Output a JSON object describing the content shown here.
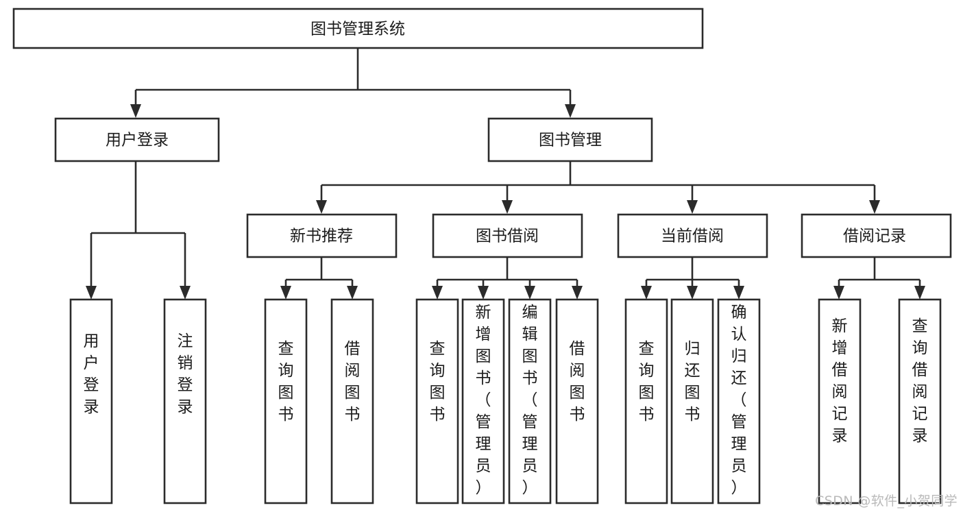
{
  "diagram": {
    "type": "tree-hierarchy",
    "title": "图书管理系统",
    "watermark": "CSDN @软件_小贺同学",
    "colors": {
      "stroke": "#2b2b2b",
      "fill": "#ffffff",
      "text": "#1b1b1b",
      "background": "#ffffff",
      "watermark": "#b9b9b9"
    },
    "levels": {
      "root": {
        "label": "图书管理系统",
        "orientation": "horizontal"
      },
      "level2": [
        {
          "id": "user-login",
          "label": "用户登录",
          "orientation": "horizontal"
        },
        {
          "id": "book-manage",
          "label": "图书管理",
          "orientation": "horizontal"
        }
      ],
      "level3": [
        {
          "id": "new-book-recommend",
          "label": "新书推荐",
          "parent": "book-manage",
          "orientation": "horizontal"
        },
        {
          "id": "book-borrow",
          "label": "图书借阅",
          "parent": "book-manage",
          "orientation": "horizontal"
        },
        {
          "id": "current-borrow",
          "label": "当前借阅",
          "parent": "book-manage",
          "orientation": "horizontal"
        },
        {
          "id": "borrow-record",
          "label": "借阅记录",
          "parent": "book-manage",
          "orientation": "horizontal"
        }
      ],
      "leaves": [
        {
          "id": "leaf-user-login",
          "label": "用户登录",
          "parent": "user-login",
          "orientation": "vertical"
        },
        {
          "id": "leaf-user-logout",
          "label": "注销登录",
          "parent": "user-login",
          "orientation": "vertical"
        },
        {
          "id": "leaf-query-book-1",
          "label": "查询图书",
          "parent": "new-book-recommend",
          "orientation": "vertical"
        },
        {
          "id": "leaf-borrow-book-1",
          "label": "借阅图书",
          "parent": "new-book-recommend",
          "orientation": "vertical"
        },
        {
          "id": "leaf-query-book-2",
          "label": "查询图书",
          "parent": "book-borrow",
          "orientation": "vertical"
        },
        {
          "id": "leaf-add-book",
          "label": "新增图书（管理员）",
          "parent": "book-borrow",
          "orientation": "vertical"
        },
        {
          "id": "leaf-edit-book",
          "label": "编辑图书（管理员）",
          "parent": "book-borrow",
          "orientation": "vertical"
        },
        {
          "id": "leaf-borrow-book-2",
          "label": "借阅图书",
          "parent": "book-borrow",
          "orientation": "vertical"
        },
        {
          "id": "leaf-query-book-3",
          "label": "查询图书",
          "parent": "current-borrow",
          "orientation": "vertical"
        },
        {
          "id": "leaf-return-book",
          "label": "归还图书",
          "parent": "current-borrow",
          "orientation": "vertical"
        },
        {
          "id": "leaf-confirm-return",
          "label": "确认归还（管理员）",
          "parent": "current-borrow",
          "orientation": "vertical"
        },
        {
          "id": "leaf-add-record",
          "label": "新增借阅记录",
          "parent": "borrow-record",
          "orientation": "vertical"
        },
        {
          "id": "leaf-query-record",
          "label": "查询借阅记录",
          "parent": "borrow-record",
          "orientation": "vertical"
        }
      ]
    }
  }
}
